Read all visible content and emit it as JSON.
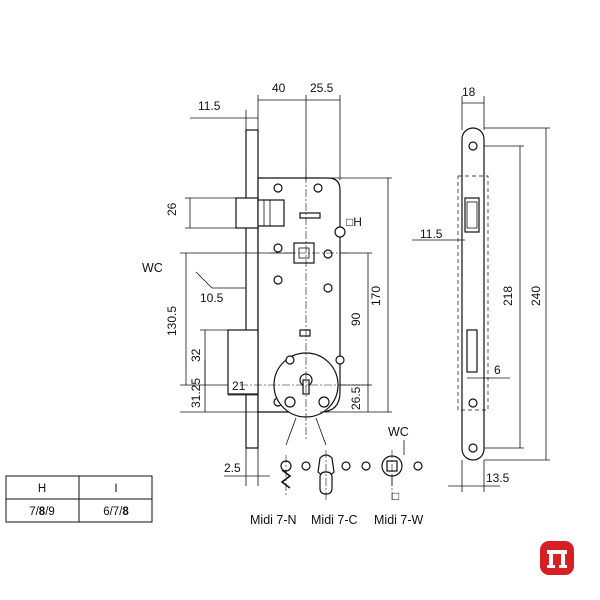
{
  "dimensions": {
    "d11_5_top": "11.5",
    "d40": "40",
    "d25_5": "25.5",
    "d18": "18",
    "d26": "26",
    "sqH": "□H",
    "wc_left": "WC",
    "d10_5": "10.5",
    "d130_5": "130.5",
    "d90": "90",
    "d170": "170",
    "d32": "32",
    "d31_25": "31.25",
    "d21": "21",
    "d26_5": "26.5",
    "d2_5": "2.5",
    "d11_5_side": "11.5",
    "d218": "218",
    "d240": "240",
    "d6": "6",
    "d13_5": "13.5",
    "wc_bottom": "WC",
    "sq_small": "□"
  },
  "cylinder_types": [
    "Midi 7-N",
    "Midi 7-C",
    "Midi 7-W"
  ],
  "table": {
    "headers": [
      "H",
      "I"
    ],
    "row_h": {
      "pre": "7/",
      "bold": "8",
      "post": "/9"
    },
    "row_i": {
      "pre": "6/7/",
      "bold": "8",
      "post": ""
    }
  },
  "logo": {
    "name": "brand-logo",
    "color": "#d62027"
  }
}
